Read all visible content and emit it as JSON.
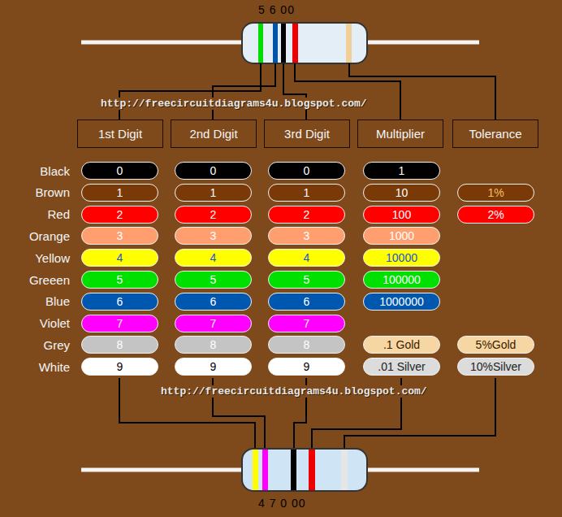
{
  "diagram": {
    "nodes": [
      {
        "text": [
          "1st Digit"
        ]
      },
      {
        "text": [
          "2nd Digit"
        ]
      },
      {
        "text": [
          "3rd Digit"
        ]
      },
      {
        "text": [
          "Multiplier"
        ]
      },
      {
        "text": [
          "Tolerance"
        ]
      },
      {
        "text": [
          "0"
        ]
      },
      {
        "text": [
          "0"
        ]
      },
      {
        "text": [
          "0"
        ]
      },
      {
        "text": [
          "1"
        ]
      },
      {
        "text": [
          "1"
        ]
      },
      {
        "text": [
          "1"
        ]
      },
      {
        "text": [
          "1"
        ]
      },
      {
        "text": [
          "10"
        ]
      },
      {
        "text": [
          "1%"
        ]
      },
      {
        "text": [
          "2"
        ]
      },
      {
        "text": [
          "2"
        ]
      },
      {
        "text": [
          "2"
        ]
      },
      {
        "text": [
          "100"
        ]
      },
      {
        "text": [
          "2%"
        ]
      },
      {
        "text": [
          "3"
        ]
      },
      {
        "text": [
          "3"
        ]
      },
      {
        "text": [
          "3"
        ]
      },
      {
        "text": [
          "1000"
        ]
      },
      {
        "text": [
          "4"
        ]
      },
      {
        "text": [
          "4"
        ]
      },
      {
        "text": [
          "4"
        ]
      },
      {
        "text": [
          "10000"
        ]
      },
      {
        "text": [
          "5"
        ]
      },
      {
        "text": [
          "5"
        ]
      },
      {
        "text": [
          "5"
        ]
      },
      {
        "text": [
          "100000"
        ]
      },
      {
        "text": [
          "6"
        ]
      },
      {
        "text": [
          "6"
        ]
      },
      {
        "text": [
          "6"
        ]
      },
      {
        "text": [
          "1000000"
        ]
      },
      {
        "text": [
          "7"
        ]
      },
      {
        "text": [
          "7"
        ]
      },
      {
        "text": [
          "7"
        ]
      },
      {
        "text": [
          "8"
        ]
      },
      {
        "text": [
          "8"
        ]
      },
      {
        "text": [
          "8"
        ]
      },
      {
        "text": [
          ".1 Gold"
        ]
      },
      {
        "text": [
          "5%Gold"
        ]
      },
      {
        "text": [
          "9"
        ]
      },
      {
        "text": [
          "9"
        ]
      },
      {
        "text": [
          "9"
        ]
      },
      {
        "text": [
          ".01 Silver"
        ]
      },
      {
        "text": [
          "10%Silver"
        ]
      }
    ],
    "labels": [
      "5 6 00",
      "http://freecircuitdiagrams4u.blogspot.com/",
      "Black",
      "Brown",
      "Red",
      "Orange",
      "Yellow",
      "Greeen",
      "Blue",
      "Violet",
      "Grey",
      "White",
      "http://freecircuitdiagrams4u.blogspot.com/",
      "4 7 0 00"
    ]
  }
}
